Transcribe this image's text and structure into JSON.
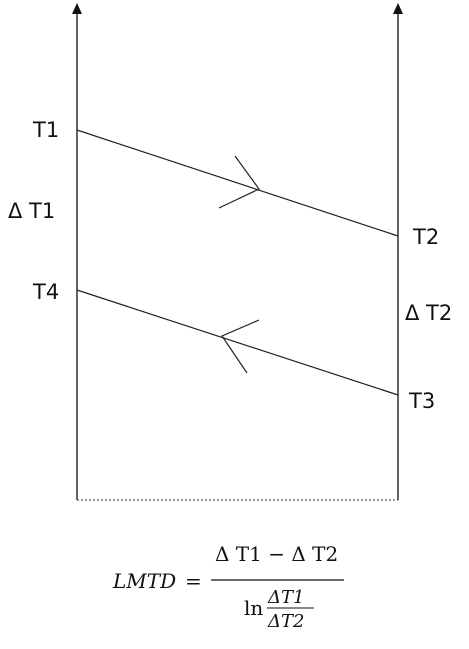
{
  "diagram": {
    "labels": {
      "t1": "T1",
      "t2": "T2",
      "t3": "T3",
      "t4": "T4",
      "delta_t1": "Δ T1",
      "delta_t2": "Δ T2"
    }
  },
  "formula": {
    "lhs": "LMTD",
    "equals": "=",
    "numerator": "Δ T1 − Δ T2",
    "ln": "ln",
    "inner_numerator": "ΔT1",
    "inner_denominator": "ΔT2"
  }
}
